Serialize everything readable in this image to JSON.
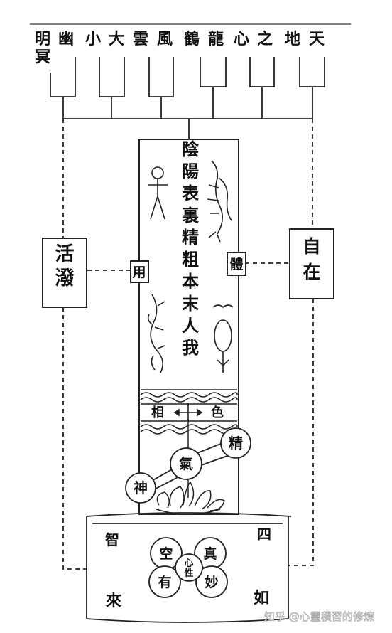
{
  "top_labels": [
    "明冥",
    "幽",
    "小",
    "大",
    "雲",
    "風",
    "鶴",
    "龍",
    "心",
    "之",
    "地",
    "天"
  ],
  "left_box": "活潑",
  "right_box": "自在",
  "use_label": "用",
  "body_label": "體",
  "center_column": "陰陽表裏精粗本末人我",
  "xiang_label": "相",
  "se_label": "色",
  "circles": {
    "jing": "精",
    "qi": "氣",
    "shen": "神"
  },
  "bottom_corners": {
    "zhi": "智",
    "si": "四",
    "lai": "來",
    "ru": "如"
  },
  "bottom_circles": {
    "kong": "空",
    "you": "有",
    "xin_xing": "心性",
    "zhen": "真",
    "miao": "妙"
  },
  "watermark": "知乎 @心靈積習的修煉"
}
